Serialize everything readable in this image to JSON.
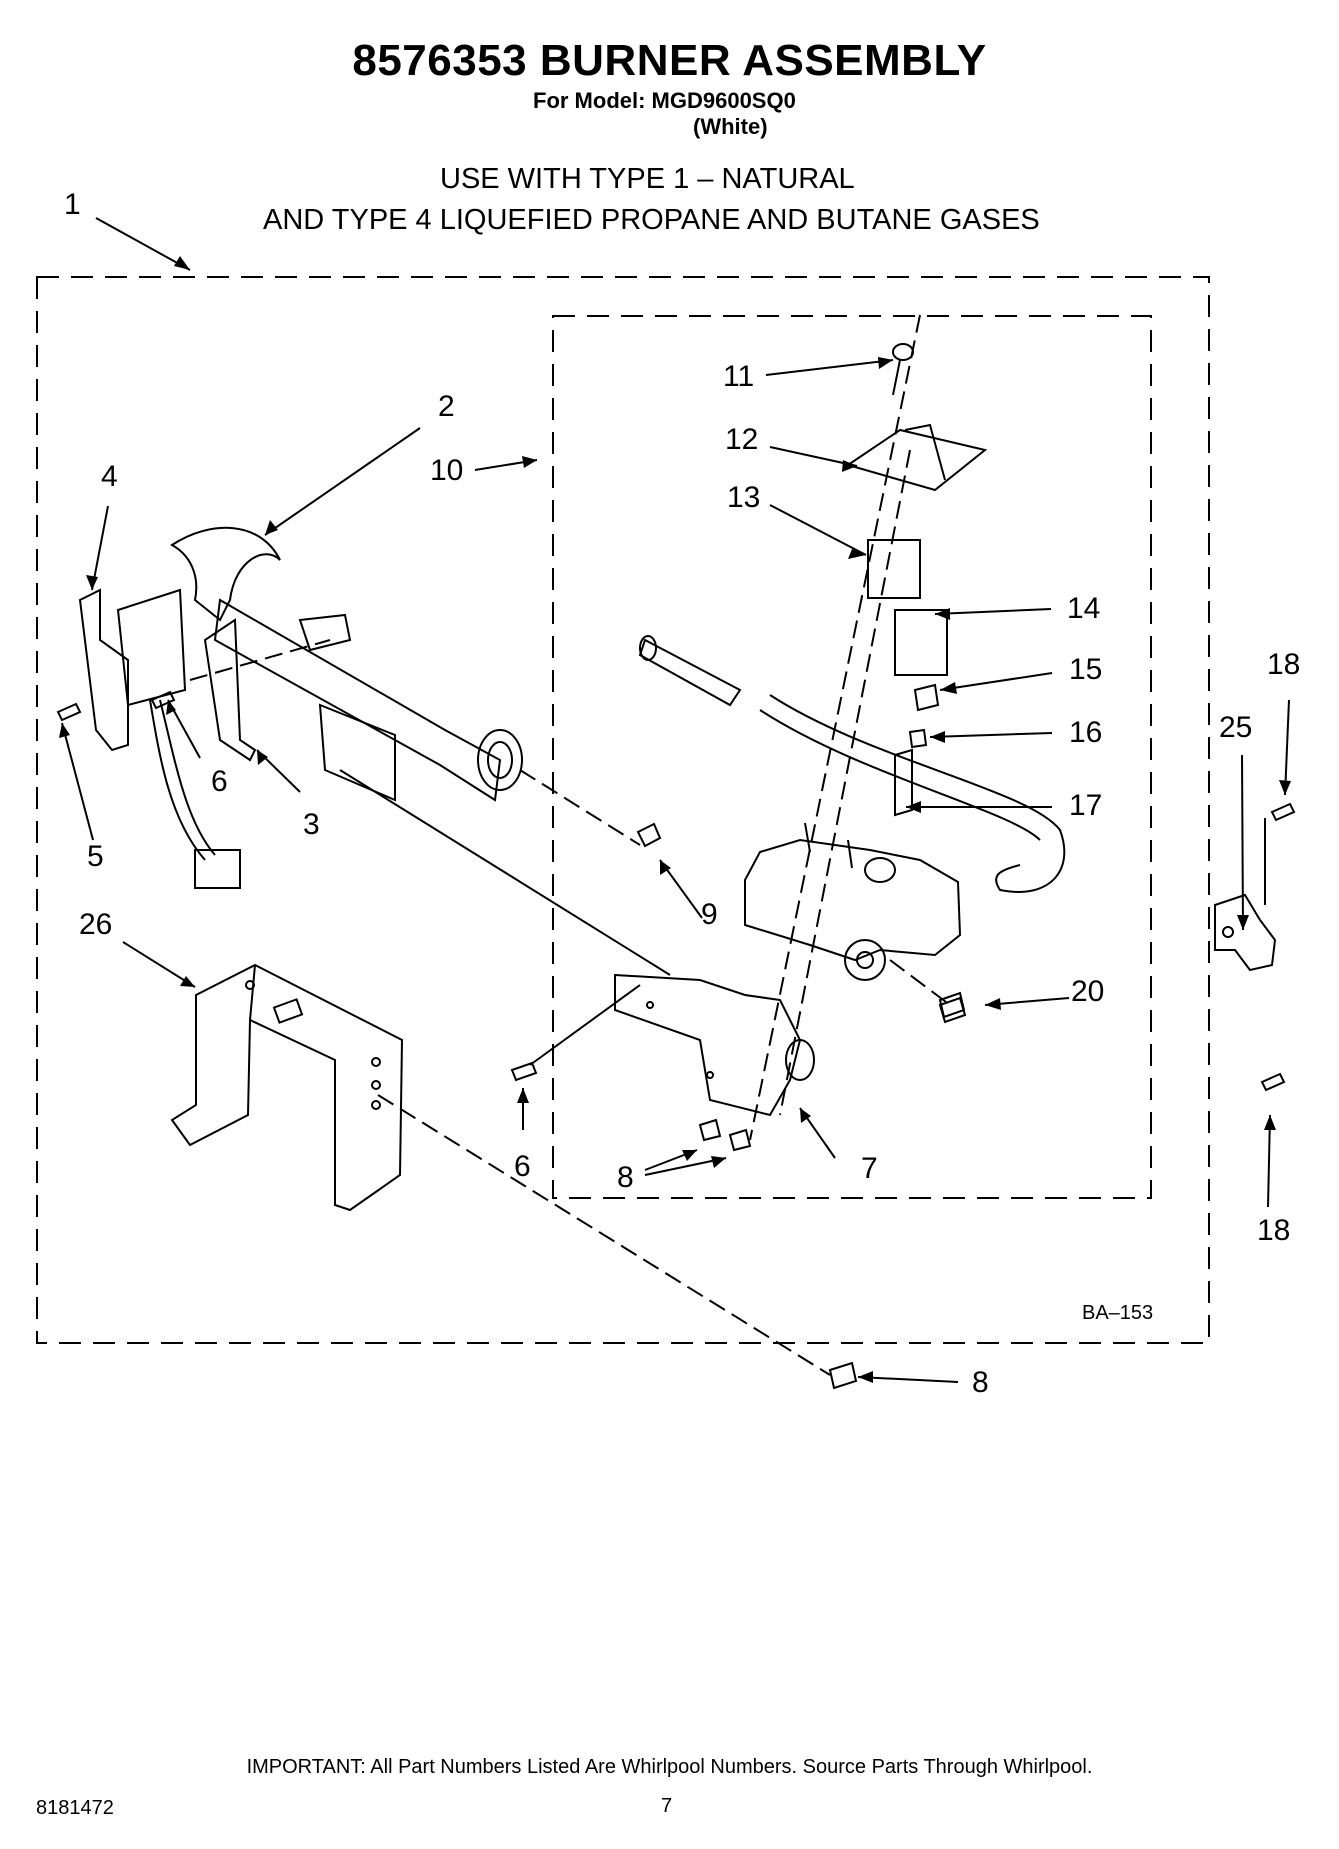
{
  "header": {
    "title": "8576353 BURNER ASSEMBLY",
    "model_line": "For Model: MGD9600SQ0",
    "color_line": "(White)",
    "usage_line1": "USE WITH TYPE 1 –  NATURAL",
    "usage_line2": "AND TYPE 4    LIQUEFIED PROPANE AND BUTANE GASES"
  },
  "callouts": {
    "c1": "1",
    "c2": "2",
    "c3": "3",
    "c4": "4",
    "c5": "5",
    "c6a": "6",
    "c6b": "6",
    "c7": "7",
    "c8a": "8",
    "c8b": "8",
    "c9": "9",
    "c10": "10",
    "c11": "11",
    "c12": "12",
    "c13": "13",
    "c14": "14",
    "c15": "15",
    "c16": "16",
    "c17": "17",
    "c18a": "18",
    "c18b": "18",
    "c20": "20",
    "c25": "25",
    "c26": "26"
  },
  "diagram_ref": "BA–153",
  "footer": {
    "important": "IMPORTANT: All Part Numbers Listed Are Whirlpool Numbers. Source Parts Through Whirlpool.",
    "doc_number": "8181472",
    "page_number": "7"
  }
}
